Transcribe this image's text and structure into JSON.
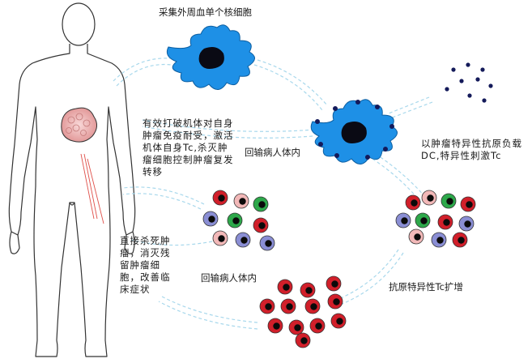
{
  "labels": {
    "collect_pbmc": "采集外周血单个核细胞",
    "break_tolerance": "有效打破机体对自身肿瘤免疫耐受，激活机体自身Tc,杀灭肿瘤细胞控制肿瘤复发转移",
    "reinfuse_1": "回输病人体内",
    "load_antigen": "以肿瘤特异性抗原负载DC,特异性刺激Tc",
    "kill_tumor": "直接杀死肿瘤，消灭残留肿瘤细胞，改善临床症状",
    "reinfuse_2": "回输病人体内",
    "expand_tc": "抗原特异性Tc扩增"
  },
  "colors": {
    "dc_cell": "#1e90e6",
    "dc_nucleus": "#0a0a14",
    "antigen_dot": "#141a5a",
    "flow_line": "#a8d8ec",
    "tumor": "#e8a4a4",
    "red_cell": "#d11f2a",
    "pink_cell": "#f2b8b8",
    "green_cell": "#2da84a",
    "lavender_cell": "#8a8ed4",
    "nerve_line": "#e0504a"
  },
  "icons": [
    "human-body-outline",
    "tumor-blob",
    "dendritic-cell",
    "antigen-loaded-dendritic-cell",
    "antigen-dots",
    "t-cell-cluster",
    "expanded-t-cell-cluster"
  ]
}
